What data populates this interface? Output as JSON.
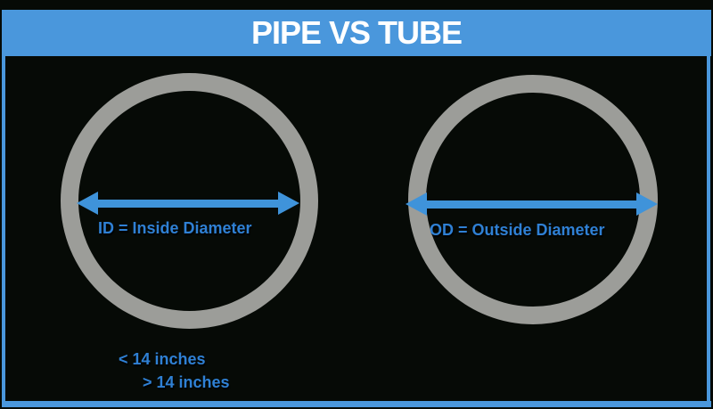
{
  "title": "PIPE VS TUBE",
  "diagram": {
    "left_circle": {
      "label": "ID = Inside Diameter"
    },
    "right_circle": {
      "label": "OD = Outside Diameter"
    },
    "notes": {
      "line1": "< 14 inches",
      "line2": "> 14 inches"
    }
  },
  "colors": {
    "header_bg": "#4a97dc",
    "background": "#060a06",
    "ring": "#9c9d99",
    "arrow": "#3f93da",
    "label_text": "#2f80d4",
    "title_text": "#ffffff"
  }
}
